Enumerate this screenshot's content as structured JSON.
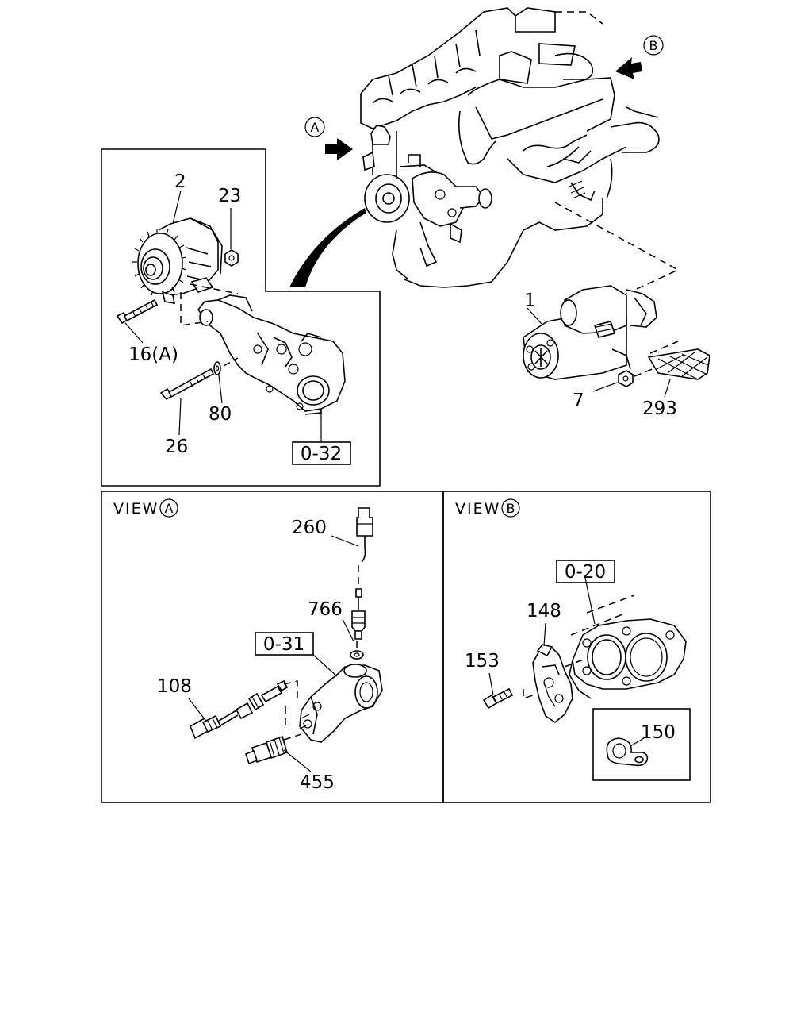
{
  "callouts": {
    "starter": "1",
    "generator": "2",
    "starter_nut": "7",
    "generator_bolt": "16(A)",
    "generator_nut": "23",
    "bracket_bolt": "26",
    "washer": "80",
    "clamp_150": "150",
    "bolt_153": "153",
    "bracket_148": "148",
    "switch_260": "260",
    "harness_293": "293",
    "sensor_108": "108",
    "switch_455": "455",
    "gasket_766": "766"
  },
  "refs": {
    "bracket_ref": "0-32",
    "outlet_ref": "0-31",
    "manifold_ref": "0-20"
  },
  "markers": {
    "a": "A",
    "b": "B"
  },
  "views": {
    "a_prefix": "VIEW",
    "b_prefix": "VIEW"
  }
}
